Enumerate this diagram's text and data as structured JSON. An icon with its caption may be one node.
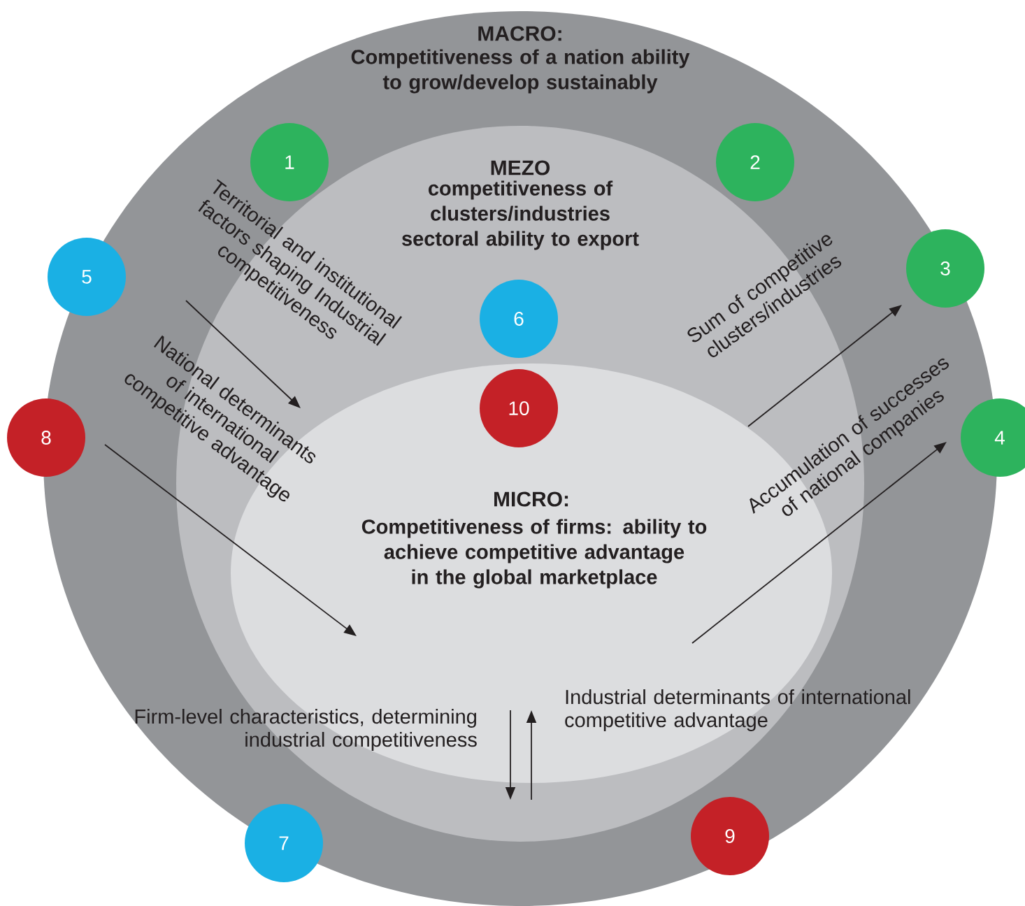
{
  "diagram": {
    "nodes": [
      {
        "text": [
          "MACRO:",
          "Competitiveness of a nation ability to grow/develop sustainably"
        ]
      },
      {
        "text": [
          "MEZO",
          "competitiveness of clusters/industries sectoral ability to export"
        ],
        "in": 0
      },
      {
        "text": [
          "MICRO:",
          "Competitiveness of firms: ability to achieve competitive advantage in the global marketplace"
        ],
        "in": 1
      },
      {
        "text": [
          "1"
        ],
        "in": 0
      },
      {
        "text": [
          "2"
        ],
        "in": 0
      },
      {
        "text": [
          "3"
        ],
        "in": 0
      },
      {
        "text": [
          "4"
        ]
      },
      {
        "text": [
          "5"
        ],
        "in": 0
      },
      {
        "text": [
          "6"
        ],
        "in": 1
      },
      {
        "text": [
          "7"
        ],
        "in": 0
      },
      {
        "text": [
          "8"
        ]
      },
      {
        "text": [
          "9"
        ],
        "in": 0
      },
      {
        "text": [
          "10"
        ],
        "in": 2
      }
    ],
    "labels": [
      "Territorial and institutional factors shaping Industrial competitiveness",
      "Sum of competitive clusters/industries",
      "National determinants of international competitive advantage",
      "Accumulation of successes of national companies",
      "Industrial determinants of international competitive advantage",
      "Firm-level characteristics, determining industrial competitiveness"
    ]
  }
}
